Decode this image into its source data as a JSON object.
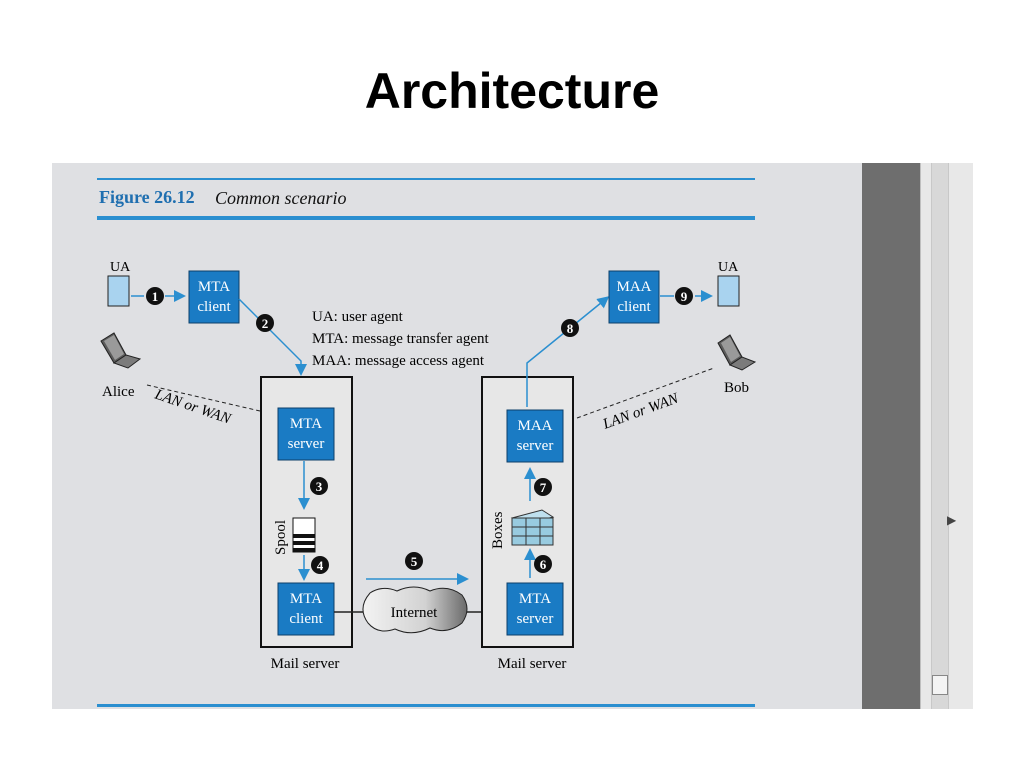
{
  "slide": {
    "title": "Architecture"
  },
  "figure": {
    "label": "Figure 26.12",
    "caption": "Common scenario"
  },
  "legend": [
    "UA: user agent",
    "MTA: message transfer agent",
    "MAA: message access agent"
  ],
  "alice": {
    "name": "Alice",
    "ua": "UA",
    "link": "LAN or WAN"
  },
  "bob": {
    "name": "Bob",
    "ua": "UA",
    "link": "LAN or WAN"
  },
  "sender_mta_client": [
    "MTA",
    "client"
  ],
  "receiver_maa_client": [
    "MAA",
    "client"
  ],
  "left_server": {
    "top": [
      "MTA",
      "server"
    ],
    "bottom": [
      "MTA",
      "client"
    ],
    "store": "Spool",
    "label": "Mail server"
  },
  "right_server": {
    "top": [
      "MAA",
      "server"
    ],
    "bottom": [
      "MTA",
      "server"
    ],
    "store": "Boxes",
    "label": "Mail server"
  },
  "internet": "Internet",
  "steps": [
    "1",
    "2",
    "3",
    "4",
    "5",
    "6",
    "7",
    "8",
    "9"
  ],
  "colors": {
    "box": "#1a7bc4",
    "accent": "#2b8fd0",
    "box_text": "#ffffff"
  }
}
